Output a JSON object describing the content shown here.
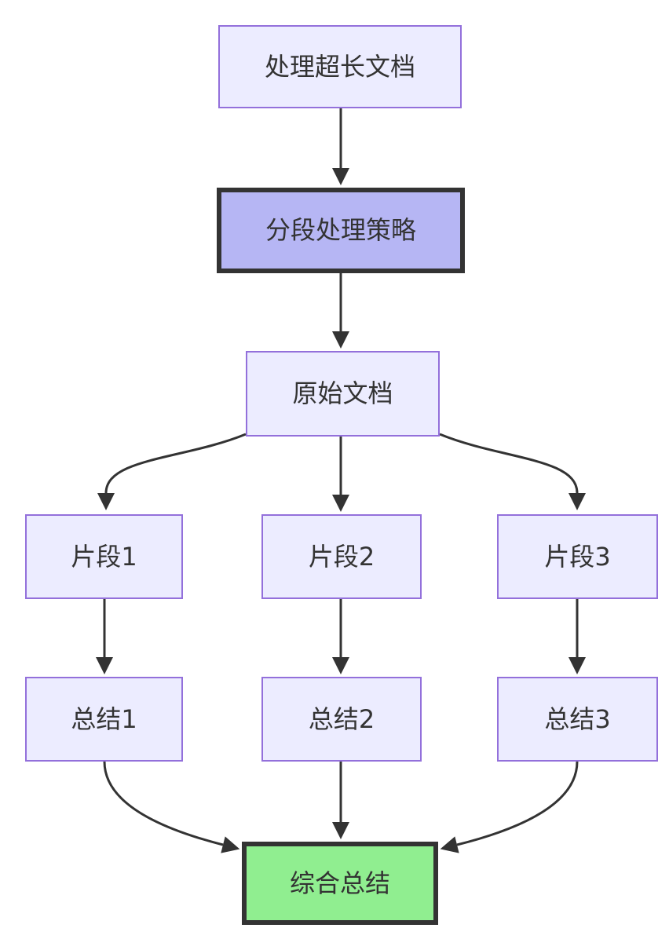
{
  "diagram": {
    "type": "flowchart-top-down",
    "nodes": [
      {
        "id": "A",
        "label": "处理超长文档",
        "style": "default"
      },
      {
        "id": "B",
        "label": "分段处理策略",
        "style": "highlight"
      },
      {
        "id": "C",
        "label": "原始文档",
        "style": "default"
      },
      {
        "id": "D",
        "label": "片段1",
        "style": "default"
      },
      {
        "id": "E",
        "label": "片段2",
        "style": "default"
      },
      {
        "id": "F",
        "label": "片段3",
        "style": "default"
      },
      {
        "id": "G",
        "label": "总结1",
        "style": "default"
      },
      {
        "id": "H",
        "label": "总结2",
        "style": "default"
      },
      {
        "id": "I",
        "label": "总结3",
        "style": "default"
      },
      {
        "id": "J",
        "label": "综合总结",
        "style": "emphasis"
      }
    ],
    "edges": [
      {
        "from": "A",
        "to": "B"
      },
      {
        "from": "B",
        "to": "C"
      },
      {
        "from": "C",
        "to": "D"
      },
      {
        "from": "C",
        "to": "E"
      },
      {
        "from": "C",
        "to": "F"
      },
      {
        "from": "D",
        "to": "G"
      },
      {
        "from": "E",
        "to": "H"
      },
      {
        "from": "F",
        "to": "I"
      },
      {
        "from": "G",
        "to": "J"
      },
      {
        "from": "H",
        "to": "J"
      },
      {
        "from": "I",
        "to": "J"
      }
    ],
    "arrow_style": "filled-triangle",
    "colors": {
      "node-fill": "#ECECFF",
      "node-border": "#9370DB",
      "highlight-fill": "#B6B6F4",
      "emphasis-fill": "#90EE90",
      "dark": "#333333",
      "text": "#333333",
      "background": "#FFFFFF"
    }
  }
}
